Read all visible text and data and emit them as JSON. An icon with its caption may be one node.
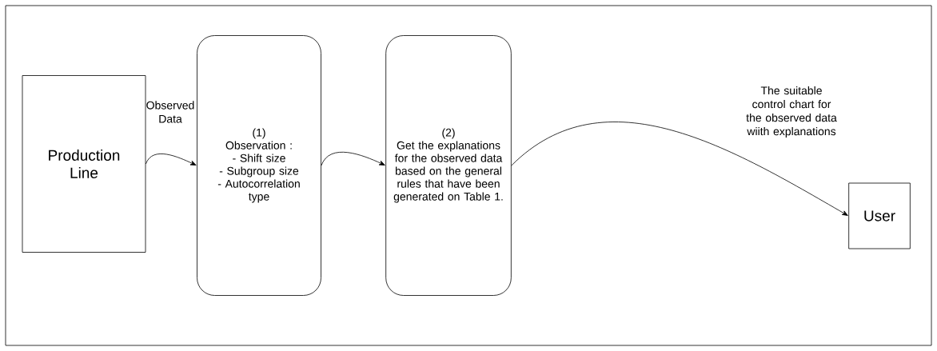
{
  "diagram": {
    "nodes": [
      {
        "text": [
          "Production Line"
        ]
      },
      {
        "text": [
          "(1)",
          "Observation :",
          "- Shift size",
          "- Subgroup size",
          "- Autocorrelation type"
        ]
      },
      {
        "text": [
          "(2)",
          "Get the explanations for the observed data based on the general rules that have been generated on Table 1."
        ]
      },
      {
        "text": [
          "User"
        ]
      }
    ],
    "edges": [
      {
        "from": 0,
        "to": 1,
        "arrow": "to",
        "label": "Observed Data"
      },
      {
        "from": 1,
        "to": 2,
        "arrow": "to"
      },
      {
        "from": 2,
        "to": 3,
        "arrow": "to",
        "label": "The suitable control chart for the observed data wiith explanations"
      }
    ]
  }
}
